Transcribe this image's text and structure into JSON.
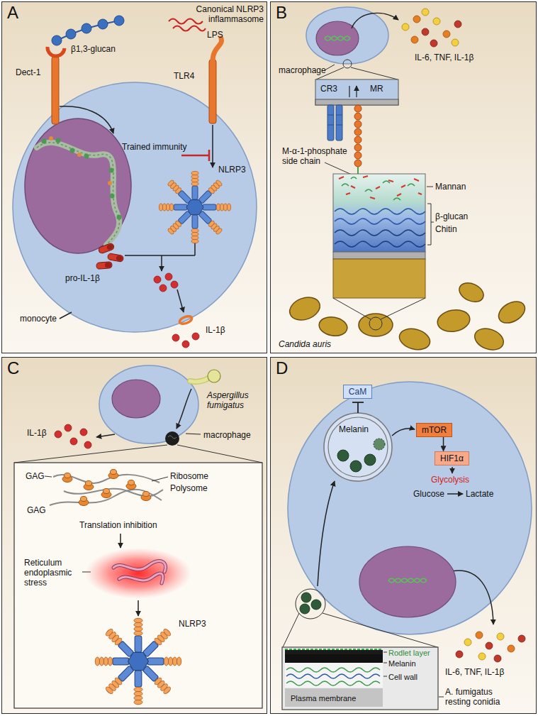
{
  "diagram": {
    "nodes": [
      {
        "text": [
          "A"
        ]
      },
      {
        "text": [
          "B"
        ]
      },
      {
        "text": [
          "C"
        ]
      },
      {
        "text": [
          "D"
        ]
      },
      {
        "text": [
          "CaM"
        ],
        "in": 3
      },
      {
        "text": [
          "mTOR"
        ],
        "in": 3
      },
      {
        "text": [
          "HIF1α"
        ],
        "in": 3
      }
    ],
    "edges": [
      {
        "from": 5,
        "to": 6,
        "arrow": "to"
      }
    ],
    "labels": [
      "Canonical NLRP3 inflammasome",
      "β1,3-glucan",
      "LPS",
      "Dect-1",
      "TLR4",
      "Trained immunity",
      "NLRP3",
      "pro-IL-1β",
      "IL-1β",
      "monocyte",
      "macrophage",
      "IL-6, TNF, IL-1β",
      "CR3",
      "MR",
      "M-α-1-phosphate side chain",
      "Mannan",
      "β-glucan",
      "Chitin",
      "Candida auris",
      "Aspergillus fumigatus",
      "IL-1β",
      "macrophage",
      "GAG",
      "Ribosome",
      "Polysome",
      "GAG",
      "Translation inhibition",
      "Reticulum endoplasmic stress",
      "NLRP3",
      "Melanin",
      "Glycolysis",
      "Glucose",
      "Lactate",
      "IL-6, TNF, IL-1β",
      "Rodlet layer",
      "Melanin",
      "Cell wall",
      "Plasma membrane",
      "A. fumigatus resting conidia"
    ]
  }
}
